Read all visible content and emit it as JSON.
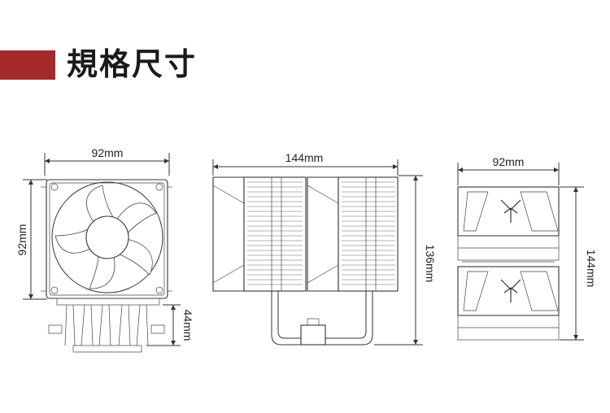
{
  "title": "規格尺寸",
  "colors": {
    "accent": "#a52a2a",
    "line": "#333333"
  },
  "views": {
    "front": {
      "width_label": "92mm",
      "height_label": "92mm",
      "base_label": "44mm"
    },
    "side": {
      "width_label": "144mm",
      "height_label": "136mm"
    },
    "rear": {
      "width_label": "92mm",
      "height_label": "144mm"
    }
  }
}
